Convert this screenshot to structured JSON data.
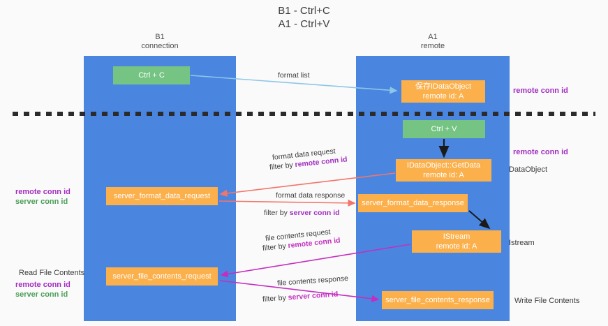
{
  "title": {
    "line1": "B1 - Ctrl+C",
    "line2": "A1 - Ctrl+V"
  },
  "lanes": [
    {
      "id": "b1",
      "name": "B1",
      "sub": "connection"
    },
    {
      "id": "a1",
      "name": "A1",
      "sub": "remote"
    }
  ],
  "nodes": {
    "ctrl_c": {
      "line1": "Ctrl + C",
      "color": "#76c483"
    },
    "idataobject": {
      "line1": "保存IDataObject",
      "line2": "remote id: A",
      "color": "#fbb04c"
    },
    "ctrl_v": {
      "line1": "Ctrl + V",
      "color": "#76c483"
    },
    "getdata": {
      "line1": "IDataObject::GetData",
      "line2": "remote id: A",
      "color": "#fbb04c"
    },
    "server_format_data_request": {
      "line1": "server_format_data_request",
      "color": "#fbb04c"
    },
    "server_format_data_response": {
      "line1": "server_format_data_response",
      "color": "#fbb04c"
    },
    "istream": {
      "line1": "IStream",
      "line2": "remote id: A",
      "color": "#fbb04c"
    },
    "server_file_contents_request": {
      "line1": "server_file_contents_request",
      "color": "#fbb04c"
    },
    "server_file_contents_response": {
      "line1": "server_file_contents_response",
      "color": "#fbb04c"
    }
  },
  "side_labels": {
    "remote_conn_id_top": "remote conn id",
    "remote_conn_id_mid": "remote conn id",
    "dataobject": "DataObject",
    "istream": "Istream",
    "write_file_contents": "Write File Contents",
    "left_remote_conn_id": "remote conn id",
    "left_server_conn_id": "server conn id",
    "read_file_contents": "Read File Contents",
    "left_remote_conn_id_2": "remote conn id",
    "left_server_conn_id_2": "server conn id"
  },
  "edge_labels": {
    "format_list": "format list",
    "format_data_request": "format data request",
    "filter_by": "filter by ",
    "filter_remote_conn_id": "remote conn id",
    "filter_server_conn_id": "server conn id",
    "format_data_response": "format data response",
    "file_contents_request": "file contents request",
    "file_contents_response": "file contents response"
  },
  "colors": {
    "lane": "#4a86e0",
    "green_node": "#76c483",
    "orange_node": "#fbb04c",
    "purple": "#a22ec0",
    "green_text": "#4a9e57",
    "arrow_blue": "#8ec6e8",
    "arrow_red": "#f2756b",
    "arrow_magenta": "#c42ec0",
    "arrow_black": "#1a1a1a",
    "background": "#fafafa",
    "divider": "#2b2b2b"
  }
}
